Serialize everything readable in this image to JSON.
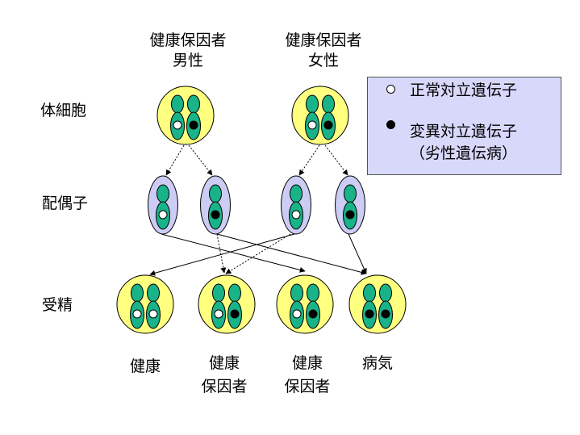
{
  "parents": {
    "male": {
      "line1": "健康保因者",
      "line2": "男性"
    },
    "female": {
      "line1": "健康保因者",
      "line2": "女性"
    }
  },
  "rows": {
    "somatic": "体細胞",
    "gamete": "配偶子",
    "fertilization": "受精"
  },
  "legend": {
    "normal_allele": "正常対立遺伝子",
    "mutant_allele_line1": "変異対立遺伝子",
    "mutant_allele_line2": "（劣性遺伝病）"
  },
  "offspring": [
    {
      "line1": "健康",
      "line2": ""
    },
    {
      "line1": "健康",
      "line2": "保因者"
    },
    {
      "line1": "健康",
      "line2": "保因者"
    },
    {
      "line1": "病気",
      "line2": ""
    }
  ],
  "colors": {
    "cell_fill": "#ffff80",
    "gamete_fill": "#ccccf5",
    "chromosome_fill": "#19b38a",
    "legend_fill": "#d8d8fb"
  }
}
